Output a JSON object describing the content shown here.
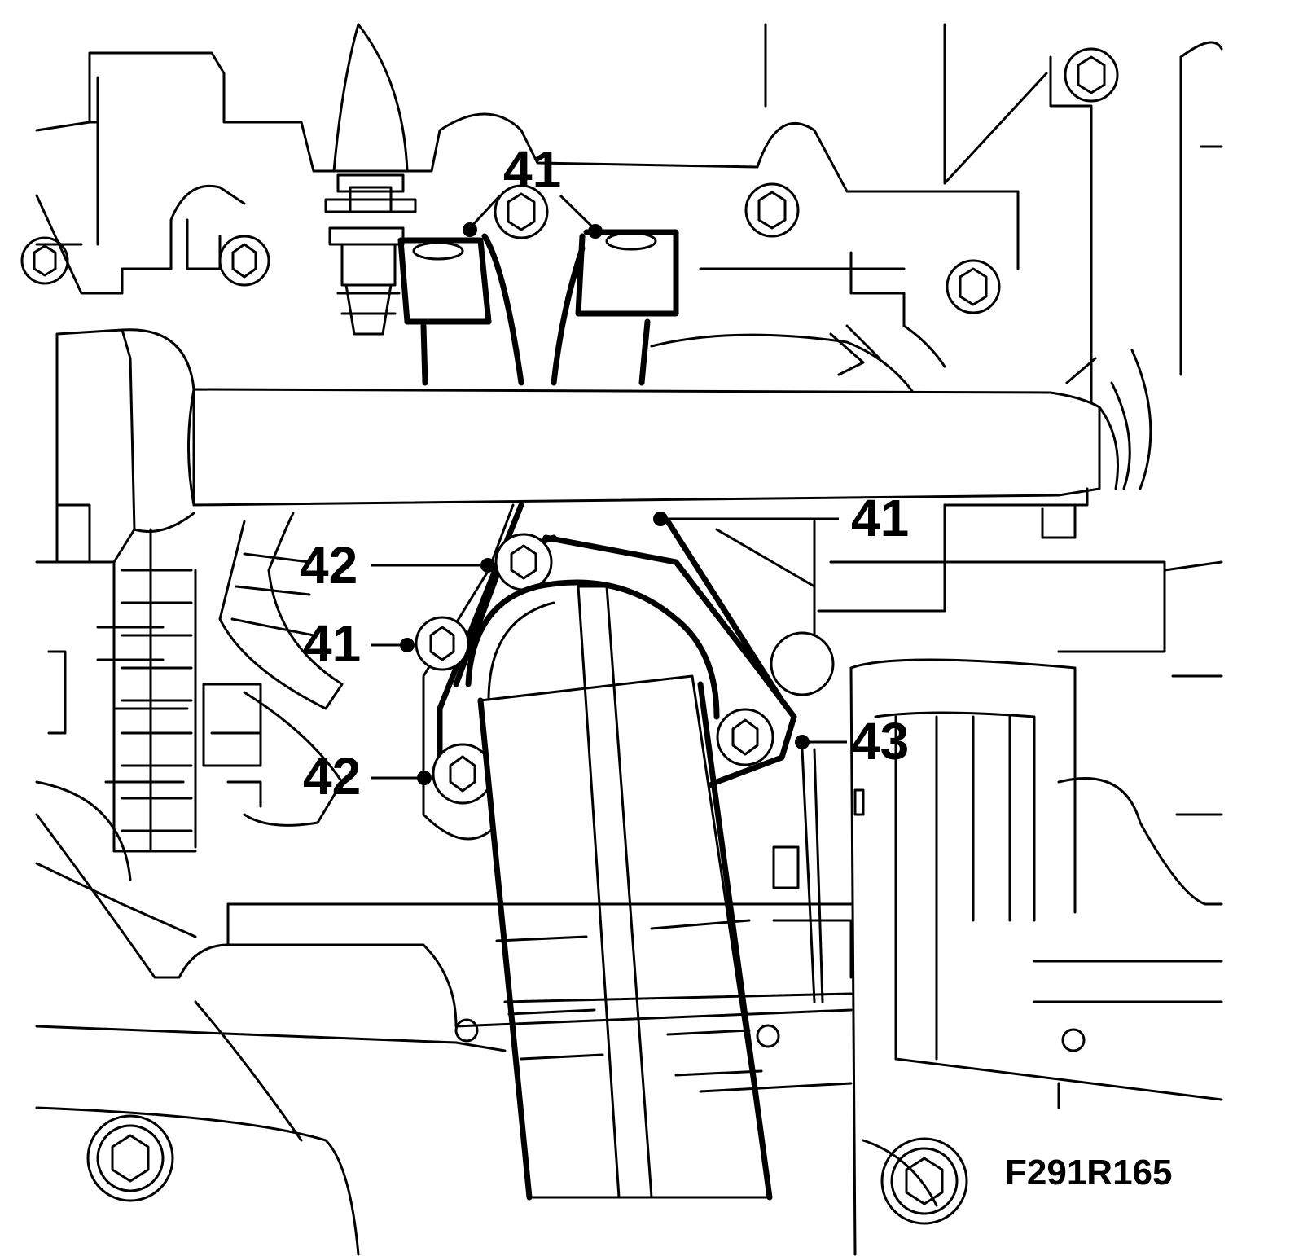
{
  "figure_id": "F291R165",
  "callouts": {
    "top": "41",
    "right_upper": "41",
    "left_upper_42": "42",
    "left_41": "41",
    "left_lower_42": "42",
    "right_43": "43"
  }
}
